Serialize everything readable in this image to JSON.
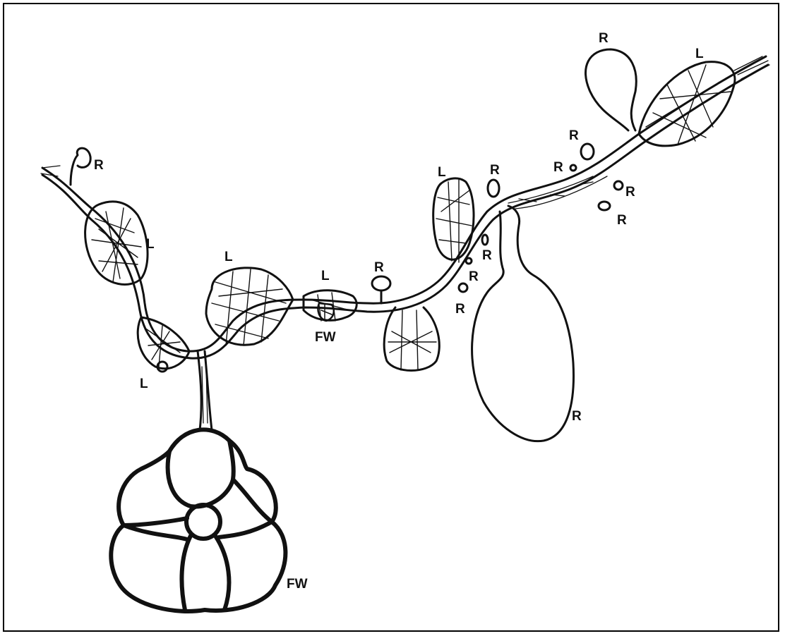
{
  "figure": {
    "labels": {
      "root": "R",
      "lymph_node": "L",
      "food_web": "FW"
    }
  }
}
